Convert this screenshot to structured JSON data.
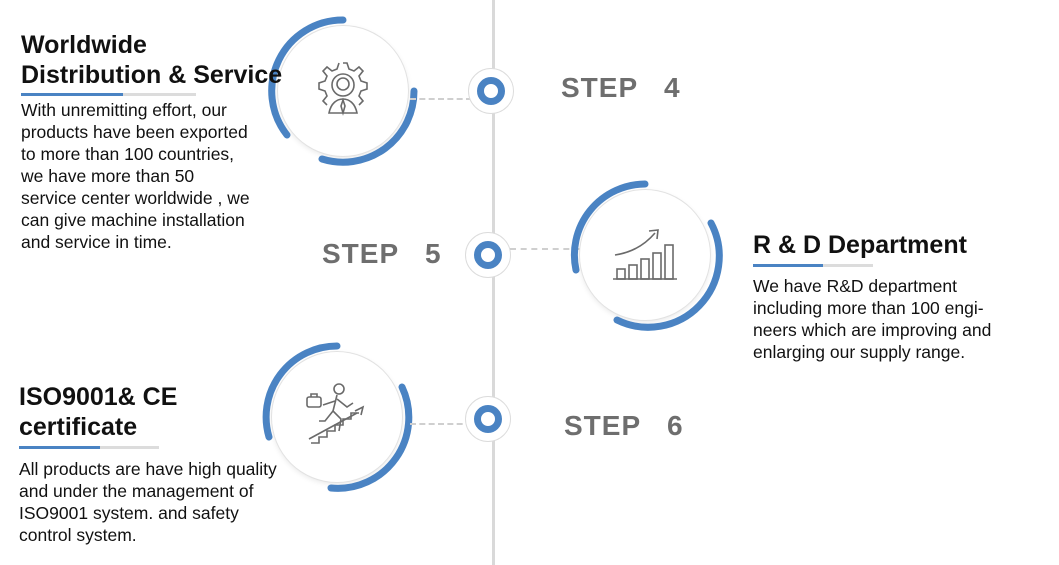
{
  "colors": {
    "accent": "#4a83c3",
    "timeline": "#d9d9d9",
    "step_text": "#6e6e6e"
  },
  "items": [
    {
      "step": "STEP   4",
      "title_lines": [
        "Worldwide",
        "Distribution & Service"
      ],
      "desc_lines": [
        "With unremitting effort, our",
        "products have been exported",
        "to more than 100 countries,",
        "we have more than 50",
        "service center worldwide , we",
        "can give machine installation",
        "and service in time."
      ],
      "icon": "gear-person-icon"
    },
    {
      "step": "STEP   5",
      "title_lines": [
        "R & D Department"
      ],
      "desc_lines": [
        "We have R&D department",
        "including more than 100 engi-",
        "neers which are improving and",
        "enlarging our supply range."
      ],
      "icon": "growth-chart-icon"
    },
    {
      "step": "STEP   6",
      "title_lines": [
        "ISO9001& CE",
        "certificate"
      ],
      "desc_lines": [
        "All products are have high quality",
        "and under the management of",
        "ISO9001 system. and safety",
        "control system."
      ],
      "icon": "climbing-person-icon"
    }
  ]
}
